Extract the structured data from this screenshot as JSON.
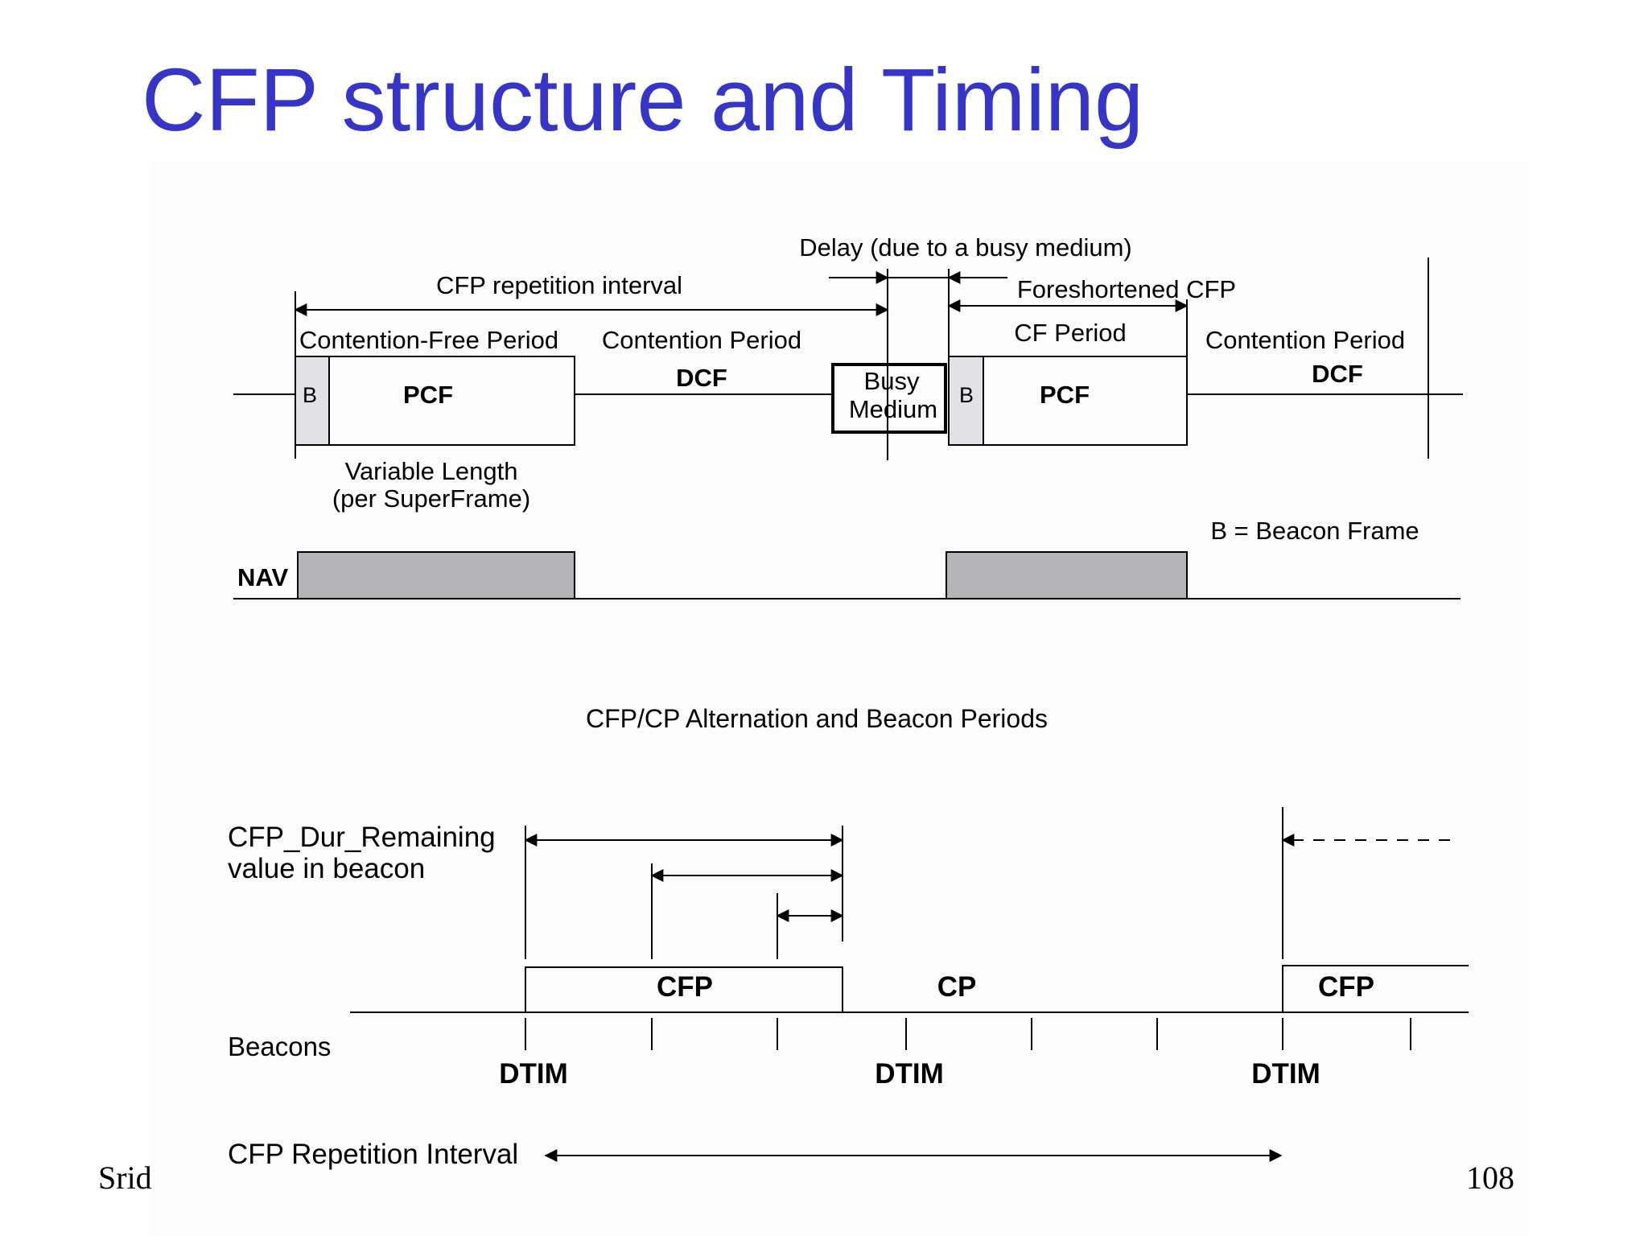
{
  "slide": {
    "title": "CFP structure and Timing",
    "footer_left": "Srid",
    "page_number": "108"
  },
  "diagram_top": {
    "labels": {
      "delay": "Delay (due to a busy medium)",
      "cfp_repetition_interval": "CFP repetition interval",
      "foreshortened_cfp": "Foreshortened CFP",
      "contention_free_period": "Contention-Free Period",
      "contention_period_1": "Contention Period",
      "cf_period": "CF Period",
      "contention_period_2": "Contention Period",
      "dcf_1": "DCF",
      "dcf_2": "DCF",
      "beacon_1": "B",
      "pcf_1": "PCF",
      "busy_line1": "Busy",
      "busy_line2": "Medium",
      "beacon_2": "B",
      "pcf_2": "PCF",
      "variable_line1": "Variable Length",
      "variable_line2": "(per SuperFrame)",
      "legend": "B = Beacon Frame",
      "nav": "NAV"
    },
    "colors": {
      "beacon_fill": "#e2e2e6",
      "nav_fill": "#b4b4b8"
    }
  },
  "caption": "CFP/CP Alternation and Beacon Periods",
  "diagram_bottom": {
    "labels": {
      "remaining_line1": "CFP_Dur_Remaining",
      "remaining_line2": "value in beacon",
      "cfp_1": "CFP",
      "cp": "CP",
      "cfp_2": "CFP",
      "beacons": "Beacons",
      "dtim_1": "DTIM",
      "dtim_2": "DTIM",
      "dtim_3": "DTIM",
      "cfp_repetition_interval": "CFP Repetition Interval"
    }
  }
}
